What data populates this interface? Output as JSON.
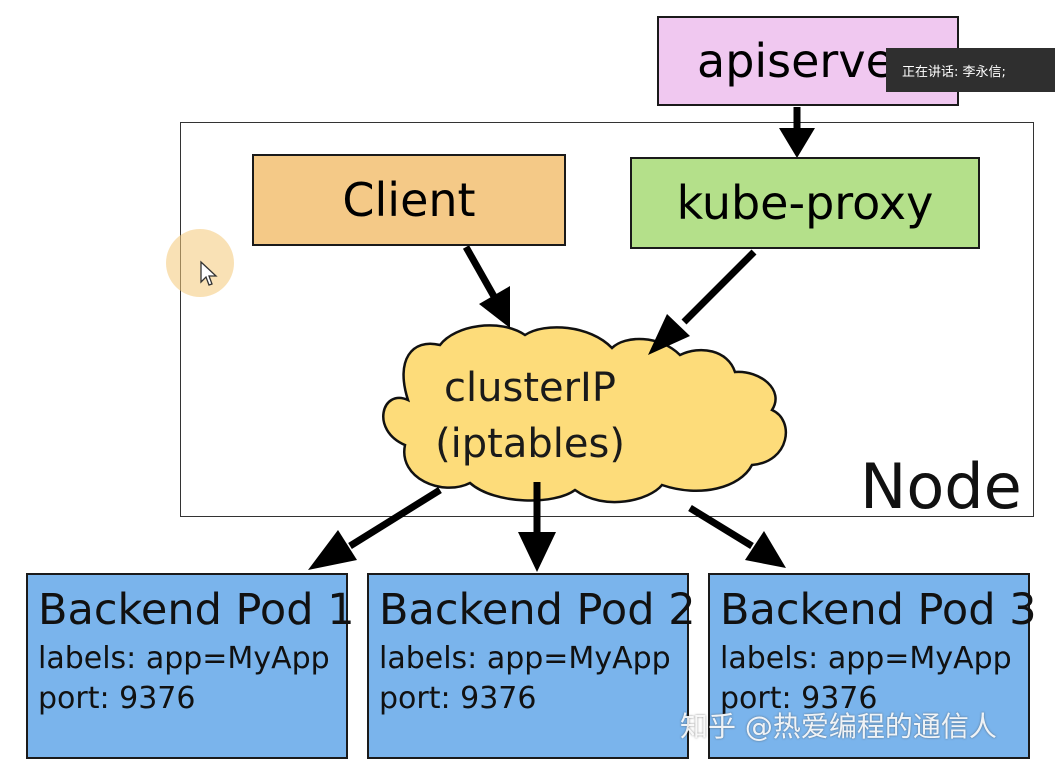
{
  "nodes": {
    "apiserver": "apiserve",
    "client": "Client",
    "kube_proxy": "kube-proxy",
    "cluster_ip_line1": "clusterIP",
    "cluster_ip_line2": "(iptables)",
    "node_label": "Node"
  },
  "pods": [
    {
      "title": "Backend Pod 1",
      "labels": "labels: app=MyApp",
      "port": "port: 9376"
    },
    {
      "title": "Backend Pod 2",
      "labels": "labels: app=MyApp",
      "port": "port: 9376"
    },
    {
      "title": "Backend Pod 3",
      "labels": "labels: app=MyApp",
      "port": "port: 9376"
    }
  ],
  "overlay": {
    "speaking": "正在讲话: 李永信;",
    "watermark": "知乎 @热爱编程的通信人"
  },
  "colors": {
    "apiserver": "#f0c8f0",
    "client": "#f4c987",
    "kube_proxy": "#b4e08a",
    "cloud": "#fddc7a",
    "pod": "#7ab4ec"
  },
  "icons": {
    "cursor": "mouse-pointer-icon"
  }
}
